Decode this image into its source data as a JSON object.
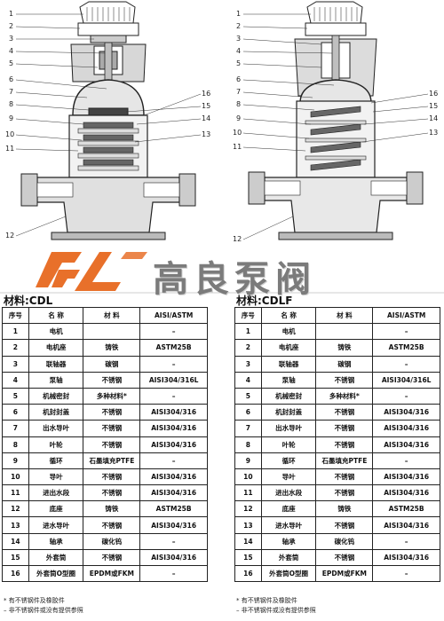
{
  "logo": {
    "brand_letters": "GL",
    "text": "高良泵阀"
  },
  "left_drawing": {
    "callouts": [
      "1",
      "2",
      "3",
      "4",
      "5",
      "6",
      "7",
      "8",
      "9",
      "10",
      "11",
      "12",
      "13",
      "14",
      "15",
      "16"
    ]
  },
  "right_drawing": {
    "callouts": [
      "1",
      "2",
      "3",
      "4",
      "5",
      "6",
      "7",
      "8",
      "9",
      "10",
      "11",
      "12",
      "13",
      "14",
      "15",
      "16"
    ]
  },
  "left_table": {
    "title": "材料:CDL",
    "headers": [
      "序号",
      "名  称",
      "材  料",
      "AISI/ASTM"
    ],
    "rows": [
      [
        "1",
        "电机",
        "",
        "–"
      ],
      [
        "2",
        "电机座",
        "铸铁",
        "ASTM25B"
      ],
      [
        "3",
        "联轴器",
        "碳钢",
        "–"
      ],
      [
        "4",
        "泵轴",
        "不锈钢",
        "AISI304/316L"
      ],
      [
        "5",
        "机械密封",
        "多种材料*",
        "–"
      ],
      [
        "6",
        "机封封盖",
        "不锈钢",
        "AISI304/316"
      ],
      [
        "7",
        "出水导叶",
        "不锈钢",
        "AISI304/316"
      ],
      [
        "8",
        "叶轮",
        "不锈钢",
        "AISI304/316"
      ],
      [
        "9",
        "循环",
        "石墨填充PTFE",
        "–"
      ],
      [
        "10",
        "导叶",
        "不锈钢",
        "AISI304/316"
      ],
      [
        "11",
        "进出水段",
        "不锈钢",
        "AISI304/316"
      ],
      [
        "12",
        "底座",
        "铸铁",
        "ASTM25B"
      ],
      [
        "13",
        "进水导叶",
        "不锈钢",
        "AISI304/316"
      ],
      [
        "14",
        "轴承",
        "碳化钨",
        "–"
      ],
      [
        "15",
        "外套筒",
        "不锈钢",
        "AISI304/316"
      ],
      [
        "16",
        "外套筒O型圈",
        "EPDM或FKM",
        "–"
      ]
    ],
    "notes": [
      "* 有不锈钢件及橡胶件",
      "– 非不锈钢件或没有提供参照"
    ]
  },
  "right_table": {
    "title": "材料:CDLF",
    "headers": [
      "序号",
      "名  称",
      "材  料",
      "AISI/ASTM"
    ],
    "rows": [
      [
        "1",
        "电机",
        "",
        "–"
      ],
      [
        "2",
        "电机座",
        "铸铁",
        "ASTM25B"
      ],
      [
        "3",
        "联轴器",
        "碳钢",
        "–"
      ],
      [
        "4",
        "泵轴",
        "不锈钢",
        "AISI304/316L"
      ],
      [
        "5",
        "机械密封",
        "多种材料*",
        "–"
      ],
      [
        "6",
        "机封封盖",
        "不锈钢",
        "AISI304/316"
      ],
      [
        "7",
        "出水导叶",
        "不锈钢",
        "AISI304/316"
      ],
      [
        "8",
        "叶轮",
        "不锈钢",
        "AISI304/316"
      ],
      [
        "9",
        "循环",
        "石墨填充PTFE",
        "–"
      ],
      [
        "10",
        "导叶",
        "不锈钢",
        "AISI304/316"
      ],
      [
        "11",
        "进出水段",
        "不锈钢",
        "AISI304/316"
      ],
      [
        "12",
        "底座",
        "铸铁",
        "ASTM25B"
      ],
      [
        "13",
        "进水导叶",
        "不锈钢",
        "AISI304/316"
      ],
      [
        "14",
        "轴承",
        "碳化钨",
        "–"
      ],
      [
        "15",
        "外套筒",
        "不锈钢",
        "AISI304/316"
      ],
      [
        "16",
        "外套筒O型圈",
        "EPDM或FKM",
        "–"
      ]
    ],
    "notes": [
      "* 有不锈钢件及橡胶件",
      "– 非不锈钢件或没有提供参照"
    ]
  },
  "colors": {
    "logo_orange": "#e8702a",
    "logo_gray": "#7b7b7b"
  }
}
